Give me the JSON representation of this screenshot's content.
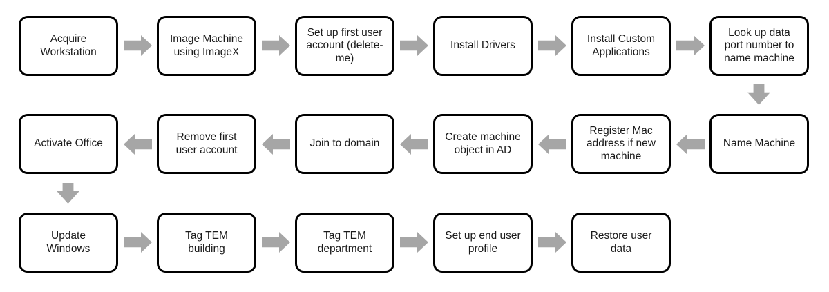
{
  "flow": {
    "steps": [
      {
        "label": "Acquire Workstation"
      },
      {
        "label": "Image Machine using ImageX"
      },
      {
        "label": "Set up first user account (delete-me)"
      },
      {
        "label": "Install Drivers"
      },
      {
        "label": "Install Custom Applications"
      },
      {
        "label": "Look up data port number to name machine"
      },
      {
        "label": "Name Machine"
      },
      {
        "label": "Register Mac address if new machine"
      },
      {
        "label": "Create machine object in AD"
      },
      {
        "label": "Join to domain"
      },
      {
        "label": "Remove first user account"
      },
      {
        "label": "Activate Office"
      },
      {
        "label": "Update Windows"
      },
      {
        "label": "Tag TEM building"
      },
      {
        "label": "Tag TEM department"
      },
      {
        "label": "Set up end user profile"
      },
      {
        "label": "Restore user data"
      }
    ],
    "layout": {
      "pattern": "serpentine",
      "rows": [
        {
          "row": 1,
          "direction": "left-to-right",
          "step_indices": [
            0,
            1,
            2,
            3,
            4,
            5
          ]
        },
        {
          "row": 2,
          "direction": "right-to-left",
          "step_indices": [
            6,
            7,
            8,
            9,
            10,
            11
          ]
        },
        {
          "row": 3,
          "direction": "left-to-right",
          "step_indices": [
            12,
            13,
            14,
            15,
            16
          ]
        }
      ]
    },
    "colors": {
      "background": "#ffffff",
      "box_fill": "#ffffff",
      "box_border": "#000000",
      "arrow": "#a6a6a6",
      "text": "#1a1a1a"
    }
  }
}
